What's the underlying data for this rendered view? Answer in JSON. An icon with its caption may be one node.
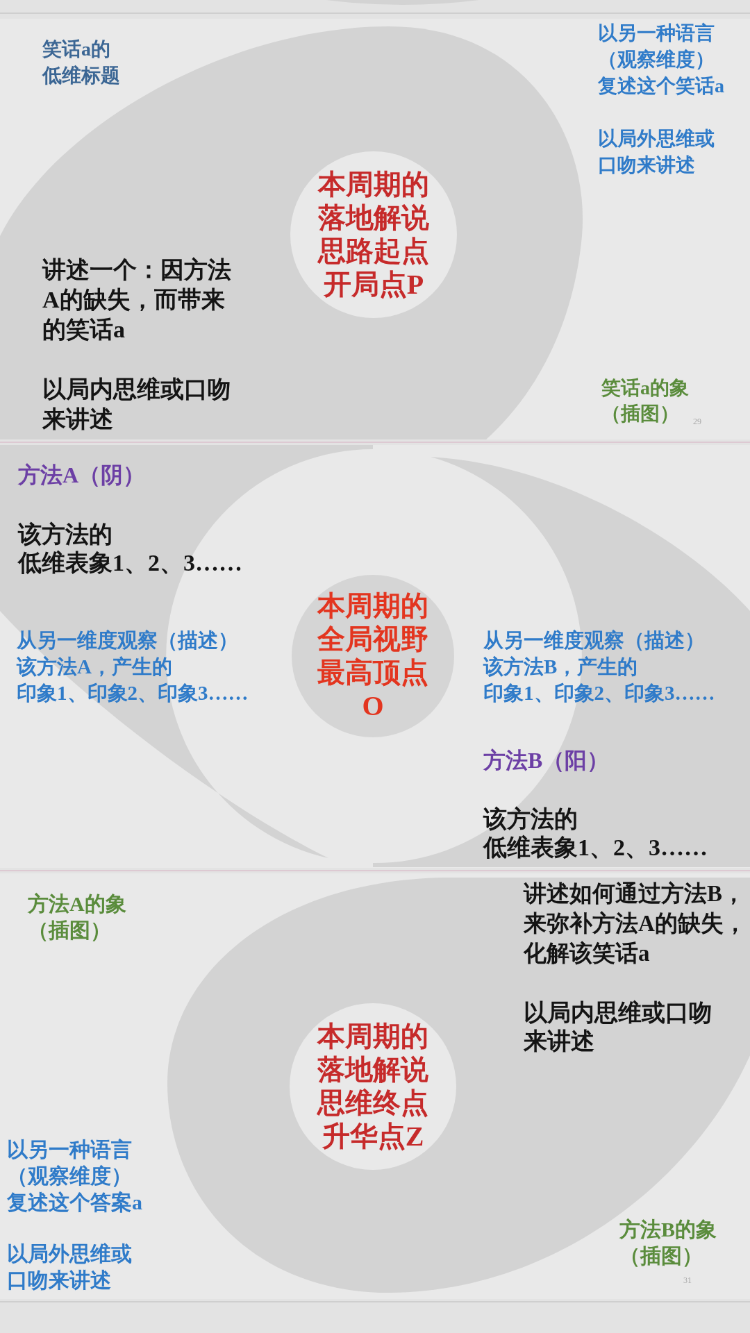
{
  "diagram": {
    "nodes": [
      {
        "text": [
          "本周期的落地解说思路起点开局点P"
        ]
      },
      {
        "text": [
          "本周期的全局视野最高顶点O"
        ]
      },
      {
        "text": [
          "本周期的落地解说思维终点升华点Z"
        ]
      }
    ],
    "labels": [
      "笑话a的低维标题",
      "以另一种语言（观察维度）复述这个笑话a",
      "以局外思维或口吻来讲述",
      "讲述一个：因方法A的缺失，而带来的笑话a",
      "以局内思维或口吻来讲述",
      "笑话a的象（插图）",
      "29",
      "方法A（阴）",
      "该方法的低维表象1、2、3……",
      "从另一维度观察（描述）该方法A，产生的印象1、印象2、印象3……",
      "从另一维度观察（描述）该方法B，产生的印象1、印象2、印象3……",
      "方法B（阳）",
      "该方法的低维表象1、2、3……",
      "方法A的象（插图）",
      "讲述如何通过方法B，来弥补方法A的缺失，化解该笑话a",
      "以局内思维或口吻来讲述",
      "以另一种语言（观察维度）复述这个答案a",
      "以局外思维或口吻来讲述",
      "方法B的象（插图）",
      "31"
    ]
  }
}
